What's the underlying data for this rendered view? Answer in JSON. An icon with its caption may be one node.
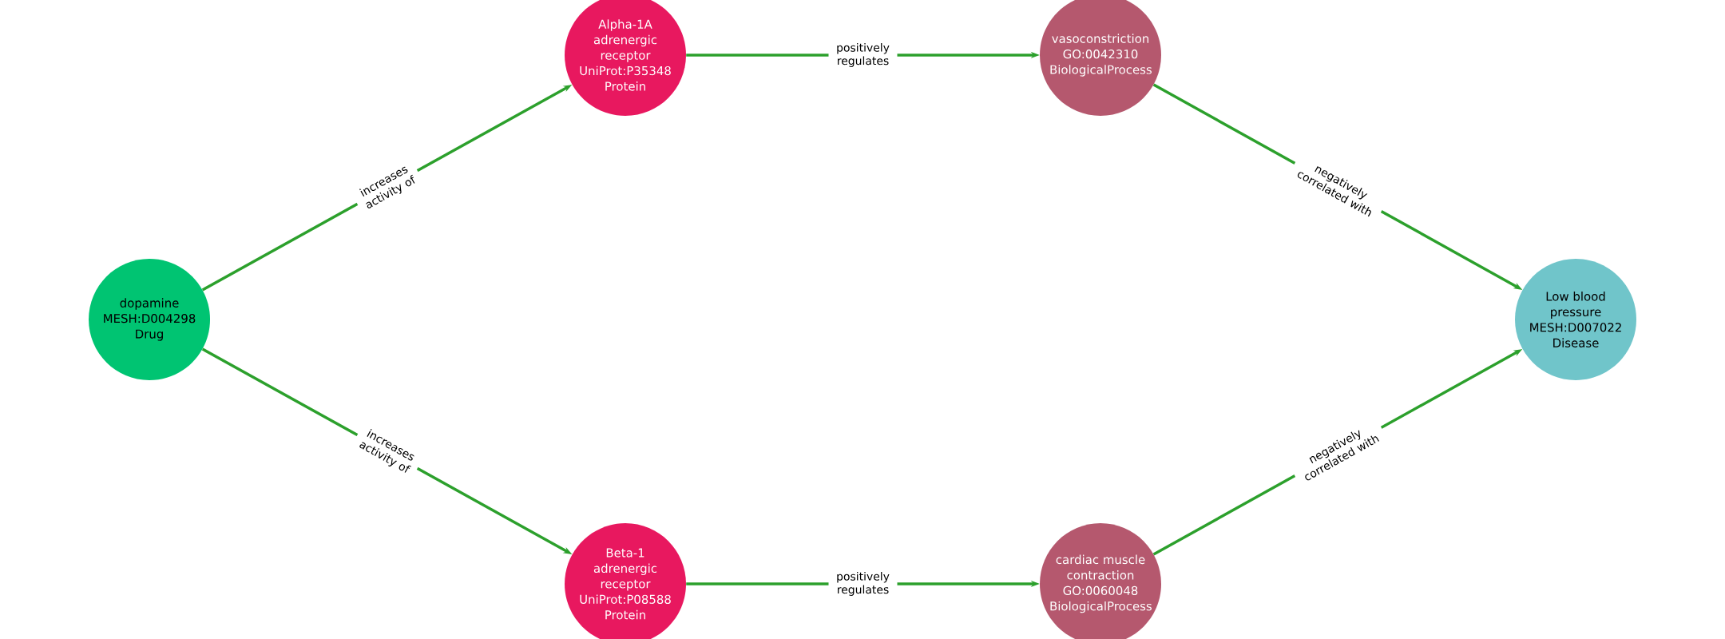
{
  "diagram": {
    "nodes": [
      {
        "text": [
          "Alpha-1A adrenergic receptor",
          "UniProt:P35348",
          "Protein"
        ]
      },
      {
        "text": [
          "vasoconstriction",
          "GO:0042310",
          "BiologicalProcess"
        ]
      },
      {
        "text": [
          "dopamine",
          "MESH:D004298",
          "Drug"
        ]
      },
      {
        "text": [
          "Low blood pressure",
          "MESH:D007022",
          "Disease"
        ]
      },
      {
        "text": [
          "Beta-1 adrenergic receptor",
          "UniProt:P08588",
          "Protein"
        ]
      },
      {
        "text": [
          "cardiac muscle contraction",
          "GO:0060048",
          "BiologicalProcess"
        ]
      }
    ],
    "edges": [
      {
        "from": 2,
        "to": 0,
        "arrow": "to",
        "label": "increases activity of"
      },
      {
        "from": 2,
        "to": 4,
        "arrow": "to",
        "label": "increases activity of"
      },
      {
        "from": 0,
        "to": 1,
        "arrow": "to",
        "label": "positively regulates"
      },
      {
        "from": 4,
        "to": 5,
        "arrow": "to",
        "label": "positively regulates"
      },
      {
        "from": 1,
        "to": 3,
        "arrow": "to",
        "label": "negatively correlated with"
      },
      {
        "from": 5,
        "to": 3,
        "arrow": "to",
        "label": "negatively correlated with"
      }
    ]
  }
}
